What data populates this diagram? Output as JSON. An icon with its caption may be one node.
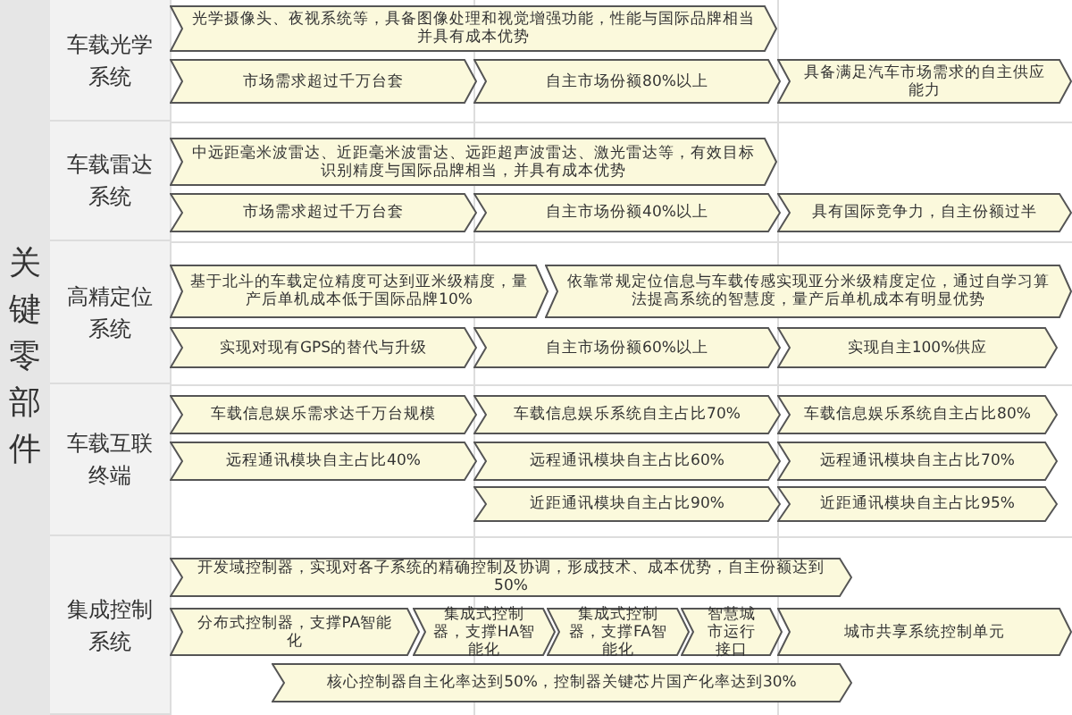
{
  "diagram": {
    "nodes": [
      {
        "text": [
          "关键零部件"
        ]
      },
      {
        "text": [
          "车载光学系统"
        ]
      },
      {
        "text": [
          "光学摄像头、夜视系统等，具备图像处理和视觉增强功能，性能与国际品牌相当并具有成本优势"
        ]
      },
      {
        "text": [
          "市场需求超过千万台套"
        ]
      },
      {
        "text": [
          "自主市场份额80%以上"
        ]
      },
      {
        "text": [
          "具备满足汽车市场需求的自主供应能力"
        ]
      },
      {
        "text": [
          "车载雷达系统"
        ]
      },
      {
        "text": [
          "中远距毫米波雷达、近距毫米波雷达、远距超声波雷达、激光雷达等，有效目标识别精度与国际品牌相当，并具有成本优势"
        ]
      },
      {
        "text": [
          "市场需求超过千万台套"
        ]
      },
      {
        "text": [
          "自主市场份额40%以上"
        ]
      },
      {
        "text": [
          "具有国际竞争力，自主份额过半"
        ]
      },
      {
        "text": [
          "高精定位系统"
        ]
      },
      {
        "text": [
          "基于北斗的车载定位精度可达到亚米级精度，量产后单机成本低于国际品牌10%"
        ]
      },
      {
        "text": [
          "依靠常规定位信息与车载传感实现亚分米级精度定位，通过自学习算法提高系统的智慧度，量产后单机成本有明显优势"
        ]
      },
      {
        "text": [
          "实现对现有GPS的替代与升级"
        ]
      },
      {
        "text": [
          "自主市场份额60%以上"
        ]
      },
      {
        "text": [
          "实现自主100%供应"
        ]
      },
      {
        "text": [
          "车载互联终端"
        ]
      },
      {
        "text": [
          "车载信息娱乐需求达千万台规模"
        ]
      },
      {
        "text": [
          "车载信息娱乐系统自主占比70%"
        ]
      },
      {
        "text": [
          "车载信息娱乐系统自主占比80%"
        ]
      },
      {
        "text": [
          "远程通讯模块自主占比40%"
        ]
      },
      {
        "text": [
          "远程通讯模块自主占比60%"
        ]
      },
      {
        "text": [
          "远程通讯模块自主占比70%"
        ]
      },
      {
        "text": [
          "近距通讯模块自主占比90%"
        ]
      },
      {
        "text": [
          "近距通讯模块自主占比95%"
        ]
      },
      {
        "text": [
          "集成控制系统"
        ]
      },
      {
        "text": [
          "开发域控制器，实现对各子系统的精确控制及协调，形成技术、成本优势，自主份额达到50%"
        ]
      },
      {
        "text": [
          "分布式控制器，支撑PA智能化"
        ]
      },
      {
        "text": [
          "集成式控制器，支撑HA智能化"
        ]
      },
      {
        "text": [
          "集成式控制器，支撑FA智能化"
        ]
      },
      {
        "text": [
          "智慧城市运行接口"
        ]
      },
      {
        "text": [
          "城市共享系统控制单元"
        ]
      },
      {
        "text": [
          "核心控制器自主化率达到50%，控制器关键芯片国产化率达到30%"
        ]
      }
    ]
  }
}
